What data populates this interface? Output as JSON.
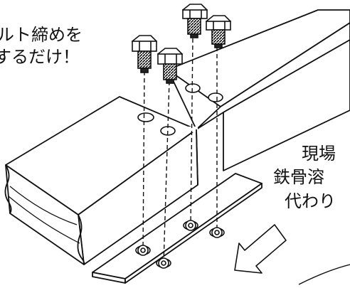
{
  "captions": {
    "top_line1": "ルト締めを",
    "top_line2": "するだけ！",
    "right_line1": "現場",
    "right_line2": "鉄骨溶",
    "right_line3": "代わり"
  },
  "colors": {
    "line": "#111111",
    "background": "#ffffff",
    "bolt_dark": "#222222"
  }
}
